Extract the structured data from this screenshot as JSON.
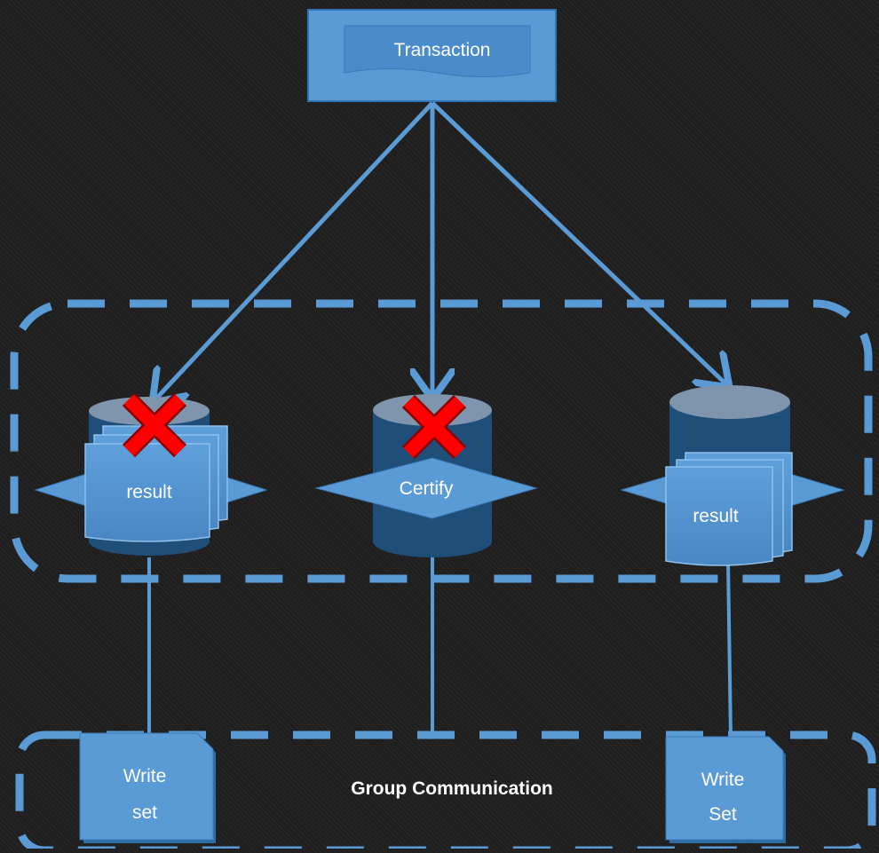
{
  "diagram": {
    "transaction_label": "Transaction",
    "nodes": [
      {
        "id": "left",
        "label": "result",
        "status": "failed"
      },
      {
        "id": "middle",
        "label": "Certify",
        "status": "failed"
      },
      {
        "id": "right",
        "label": "result",
        "status": "ok"
      }
    ],
    "write_sets": [
      {
        "line1": "Write",
        "line2": "set"
      },
      {
        "line1": "Write",
        "line2": "Set"
      }
    ],
    "group_label": "Group Communication",
    "colors": {
      "primary_blue": "#5b9bd5",
      "dark_blue": "#1f4e79",
      "cylinder_top": "#7f95ad",
      "fail_x": "#ff0000",
      "background": "#1f1f1f"
    }
  }
}
